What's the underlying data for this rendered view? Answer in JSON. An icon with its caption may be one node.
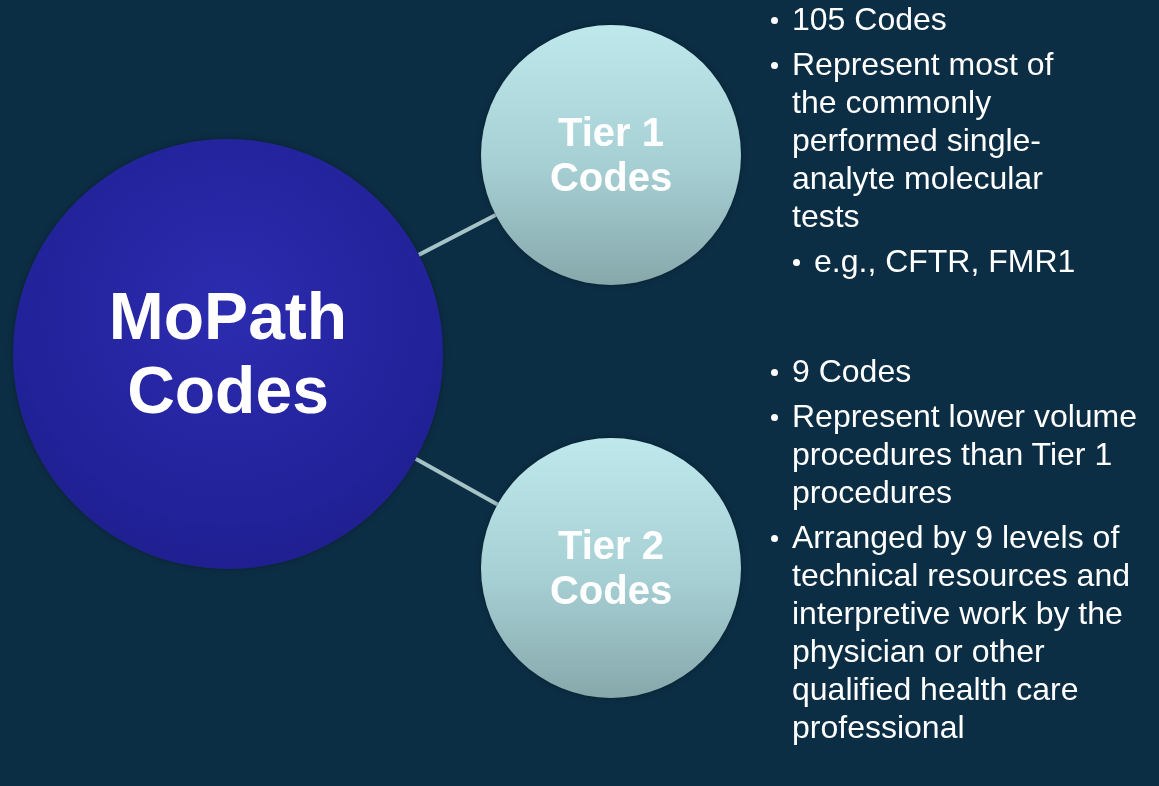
{
  "diagram": {
    "nodes": [
      {
        "text": [
          "MoPath Codes"
        ]
      },
      {
        "text": [
          "Tier 1 Codes"
        ],
        "beside": [
          "105 Codes",
          "Represent most of the commonly performed single-analyte molecular tests",
          "e.g., CFTR, FMR1"
        ]
      },
      {
        "text": [
          "Tier 2 Codes"
        ],
        "beside": [
          "9 Codes",
          "Represent lower volume procedures than Tier 1 procedures",
          "Arranged by 9 levels of technical resources and interpretive work by the physician or other qualified health care professional"
        ]
      }
    ],
    "edges": [
      {
        "from": 0,
        "to": 1,
        "arrow": "none"
      },
      {
        "from": 0,
        "to": 2,
        "arrow": "none"
      }
    ]
  }
}
